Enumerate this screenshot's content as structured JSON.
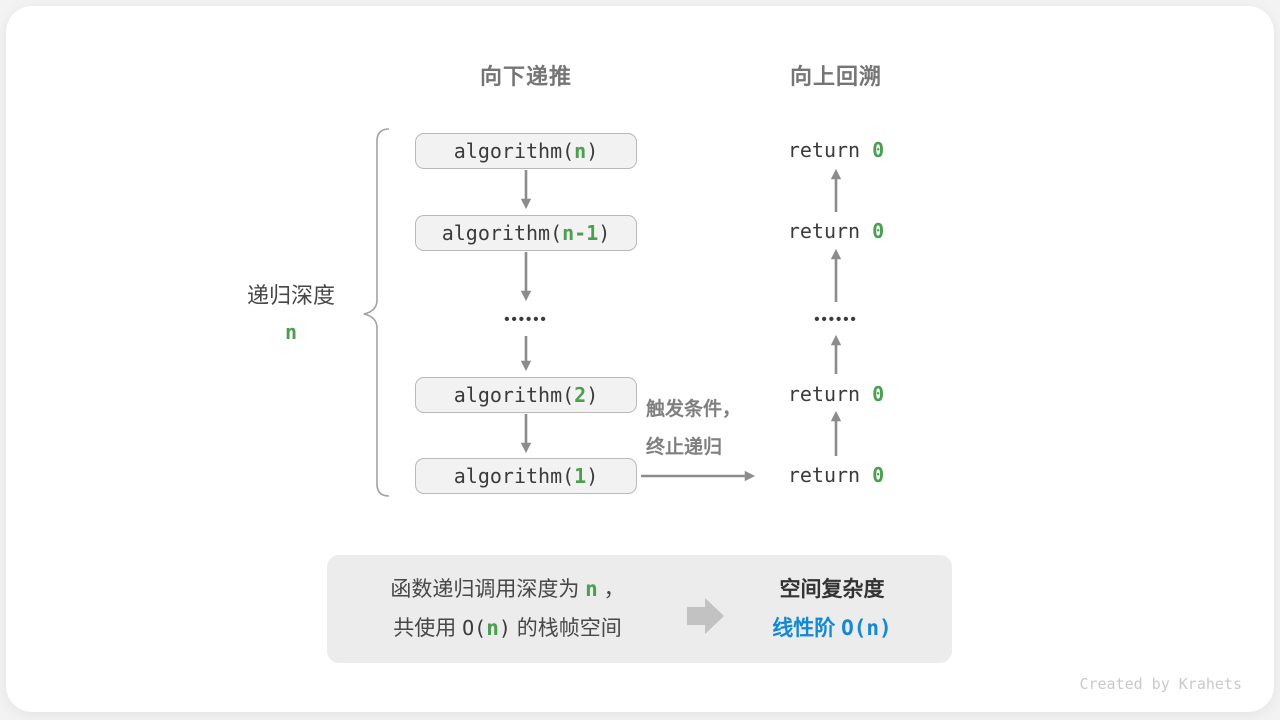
{
  "colors": {
    "green": "#4c9e50",
    "blue": "#1289d2",
    "header-gray": "#757575",
    "code-text": "#3b3b3b",
    "label-text": "#474747",
    "summary-title": "#333333",
    "arrow-gray": "#8c8c8c",
    "brace-gray": "#a3a3a3",
    "box-fill": "#f2f2f2",
    "box-border": "#b9b9b9",
    "panel-bg": "#ececec",
    "big-arrow": "#c2c2c2",
    "trigger-text": "#7f7f7f",
    "credit-text": "#c9c9c9",
    "canvas-bg": "#f3f3f4",
    "card-bg": "#ffffff"
  },
  "headers": {
    "recurse_down": "向下递推",
    "backtrack_up": "向上回溯"
  },
  "depth_label": {
    "text": "递归深度",
    "value": "n"
  },
  "call_stack": {
    "ellipsis": "••••••",
    "calls": [
      {
        "prefix": "algorithm(",
        "arg": "n",
        "suffix": ")"
      },
      {
        "prefix": "algorithm(",
        "arg": "n-1",
        "suffix": ")"
      },
      {
        "prefix": "algorithm(",
        "arg": "2",
        "suffix": ")"
      },
      {
        "prefix": "algorithm(",
        "arg": "1",
        "suffix": ")"
      }
    ]
  },
  "returns": {
    "ellipsis": "••••••",
    "items": [
      {
        "keyword": "return ",
        "value": "0"
      },
      {
        "keyword": "return ",
        "value": "0"
      },
      {
        "keyword": "return ",
        "value": "0"
      },
      {
        "keyword": "return ",
        "value": "0"
      }
    ]
  },
  "trigger_note": {
    "line1": "触发条件，",
    "line2": "终止递归"
  },
  "summary": {
    "left": {
      "line1_pre": "函数递归调用深度为 ",
      "line1_var": "n",
      "line1_post": " ，",
      "line2_pre": "共使用 ",
      "line2_o_open": "O(",
      "line2_var": "n",
      "line2_o_close": ")",
      "line2_post": " 的栈帧空间"
    },
    "right": {
      "title": "空间复杂度",
      "result_cn": "线性阶 ",
      "result_big_o": "O(n)"
    }
  },
  "credit": "Created by Krahets"
}
